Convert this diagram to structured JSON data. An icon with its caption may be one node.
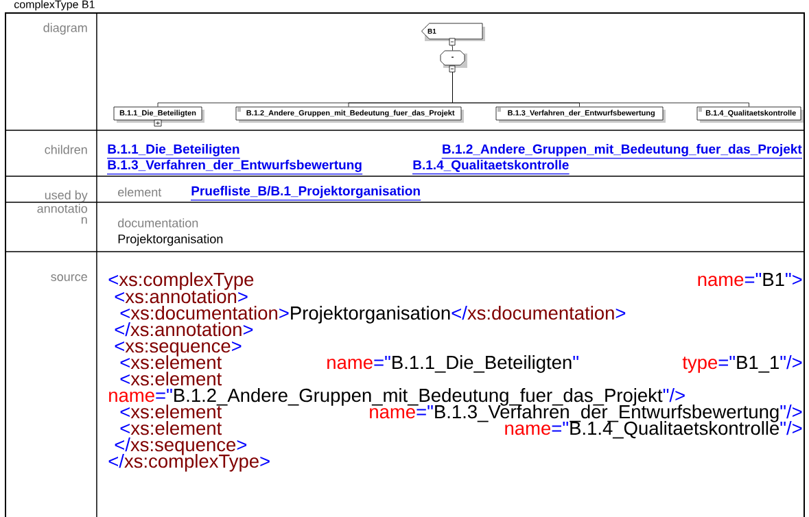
{
  "diagram": {
    "title": "complexType B1",
    "nodes": [
      {
        "text": [
          "B1"
        ]
      },
      {
        "text": [
          "-"
        ]
      },
      {
        "text": [
          "B.1.1_Die_Beteiligten"
        ]
      },
      {
        "text": [
          "B.1.2_Andere_Gruppen_mit_Bedeutung_fuer_das_Projekt"
        ]
      },
      {
        "text": [
          "B.1.3_Verfahren_der_Entwurfsbewertung"
        ]
      },
      {
        "text": [
          "B.1.4_Qualitaetskontrolle"
        ]
      }
    ],
    "edges": [
      {
        "from": 0,
        "to": 1,
        "arrow": "none"
      },
      {
        "from": 1,
        "to": 2,
        "arrow": "none"
      },
      {
        "from": 1,
        "to": 3,
        "arrow": "none"
      },
      {
        "from": 1,
        "to": 4,
        "arrow": "none"
      },
      {
        "from": 1,
        "to": 5,
        "arrow": "none"
      }
    ],
    "labels": [
      "diagram",
      "children",
      "used by",
      "annotatio n",
      "source",
      "element",
      "Pruefliste_B/B.1_Projektorganisation",
      "documentation",
      "Projektorganisation",
      "B.1.1_Die_Beteiligten",
      "B.1.2_Andere_Gruppen_mit_Bedeutung_fuer_das_Projekt",
      "B.1.3_Verfahren_der_Entwurfsbewertung",
      "B.1.4_Qualitaetskontrolle",
      "<",
      "xs:complexType",
      "name",
      "=\"",
      "B1",
      "\">",
      "<",
      "xs:annotation",
      ">",
      "<",
      "xs:documentation",
      ">",
      "Projektorganisation",
      "</",
      "xs:documentation",
      ">",
      "</",
      "xs:annotation",
      ">",
      "<",
      "xs:sequence",
      ">",
      "<",
      "xs:element",
      "name",
      "=\"",
      "B.1.1_Die_Beteiligten",
      "\"",
      "type",
      "=\"",
      "B1_1",
      "\"/>",
      "<",
      "xs:element",
      "name",
      "=\"",
      "B.1.2_Andere_Gruppen_mit_Bedeutung_fuer_das_Projekt",
      "\"/>",
      "<",
      "xs:element",
      "name",
      "=\"",
      "B.1.3_Verfahren_der_Entwurfsbewertung",
      "\"/>",
      "<",
      "xs:element",
      "name",
      "=\"",
      "B.1.4_Qualitaetskontrolle",
      "\"/>",
      "</",
      "xs:sequence",
      ">",
      "</",
      "xs:complexType",
      ">"
    ]
  }
}
